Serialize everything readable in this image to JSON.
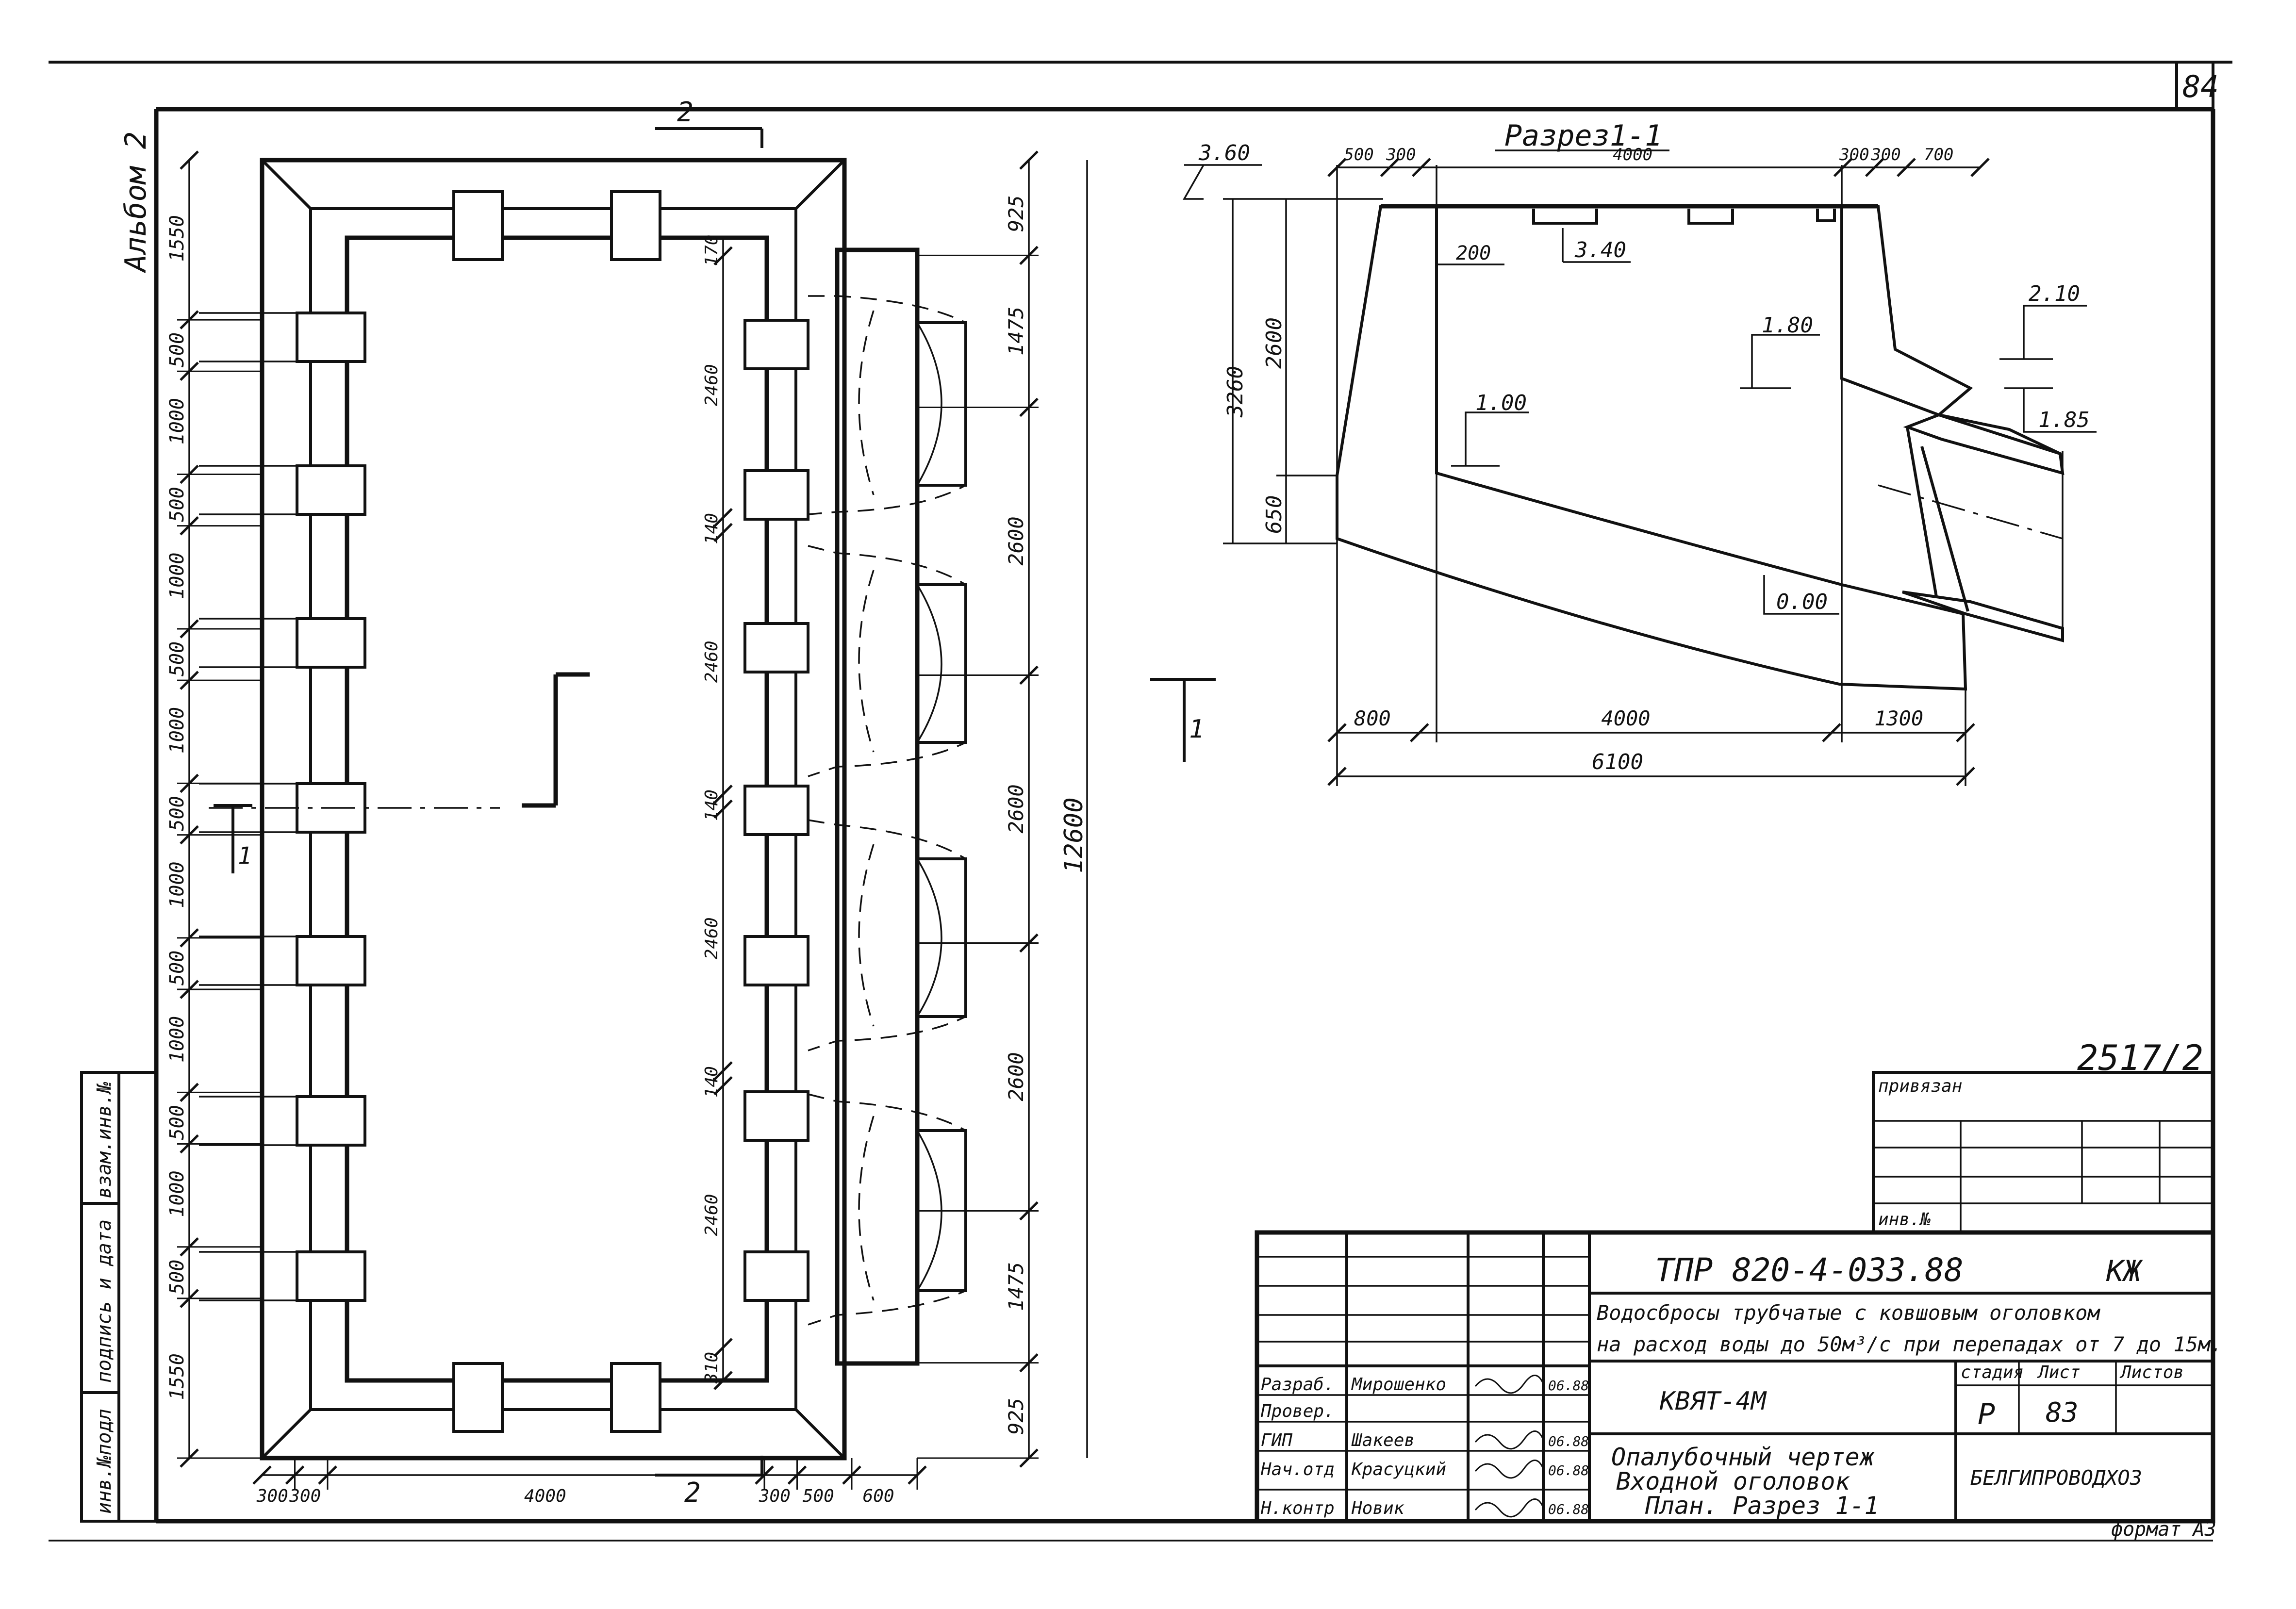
{
  "sheet_number": "84",
  "album_label": "Альбом 2",
  "drawing_code": "ТПР 820-4-033.88",
  "mark": "КЖ",
  "ref_number": "2517/2",
  "bound_label": "привязан",
  "inv_label": "инв.№",
  "project_title_line1": "Водосбросы трубчатые с ковшовым оголовком",
  "project_title_line2": "на расход воды до 50м³/с при перепадах от 7 до 15м.",
  "object_name": "КВЯТ-4М",
  "sheet_title_line1": "Опалубочный чертеж",
  "sheet_title_line2": "Входной оголовок",
  "sheet_title_line3": "План. Разрез 1-1",
  "stage_header": "стадия",
  "sheet_header": "Лист",
  "sheets_header": "Листов",
  "stage_value": "Р",
  "sheet_value": "83",
  "organization": "БЕЛГИПРОВОДХОЗ",
  "format": "формат А3",
  "signatures": [
    {
      "role": "Разраб.",
      "name": "Мирошенко",
      "date": "06.88"
    },
    {
      "role": "Провер.",
      "name": "",
      "date": ""
    },
    {
      "role": "ГИП",
      "name": "Шакеев",
      "date": "06.88"
    },
    {
      "role": "Нач.отд",
      "name": "Красуцкий",
      "date": "06.88"
    },
    {
      "role": "Н.контр",
      "name": "Новик",
      "date": "06.88"
    }
  ],
  "side_stamp": [
    "инв.№подл",
    "подпись и дата",
    "взам.инв.№"
  ],
  "section_title": "Разрез1-1",
  "section_marks": {
    "cut2": "2",
    "cut1": "1"
  },
  "plan_dims": {
    "left_chain": [
      "1550",
      "500",
      "1000",
      "500",
      "1000",
      "500",
      "1000",
      "500",
      "1000",
      "500",
      "1000",
      "500",
      "1000",
      "500",
      "1550"
    ],
    "mid_chain": [
      "170",
      "2460",
      "140",
      "2460",
      "140",
      "2460",
      "140",
      "2460",
      "310"
    ],
    "right_chain": [
      "925",
      "1475",
      "2600",
      "2600",
      "2600",
      "1475",
      "925"
    ],
    "overall": "12600",
    "bottom_chain": [
      "300",
      "300",
      "4000",
      "300",
      "500",
      "600"
    ]
  },
  "section_dims": {
    "top_chain": [
      "500",
      "300",
      "4000",
      "300",
      "300",
      "700"
    ],
    "bottom_chain": [
      "800",
      "4000",
      "1300"
    ],
    "overall_bottom": "6100",
    "left_chain": [
      "3260",
      "2600",
      "650"
    ],
    "small": "200",
    "levels": [
      "3.60",
      "3.40",
      "1.80",
      "1.00",
      "0.00",
      "2.10",
      "1.85"
    ]
  }
}
